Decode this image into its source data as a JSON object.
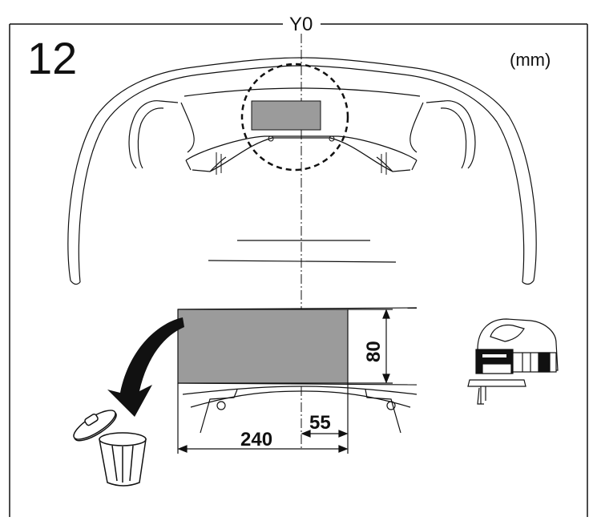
{
  "step": {
    "number": "12",
    "unit": "(mm)",
    "axis_label": "Y0"
  },
  "dimensions": {
    "cut_height": "80",
    "cut_width": "240",
    "offset_from_y0": "55"
  },
  "colors": {
    "cut_area_fill": "#9b9b9b",
    "line": "#111111",
    "background": "#ffffff"
  },
  "icons": [
    "frame-border",
    "discard-arrow-icon",
    "trash-bin-icon",
    "jigsaw-icon",
    "detail-circle"
  ]
}
